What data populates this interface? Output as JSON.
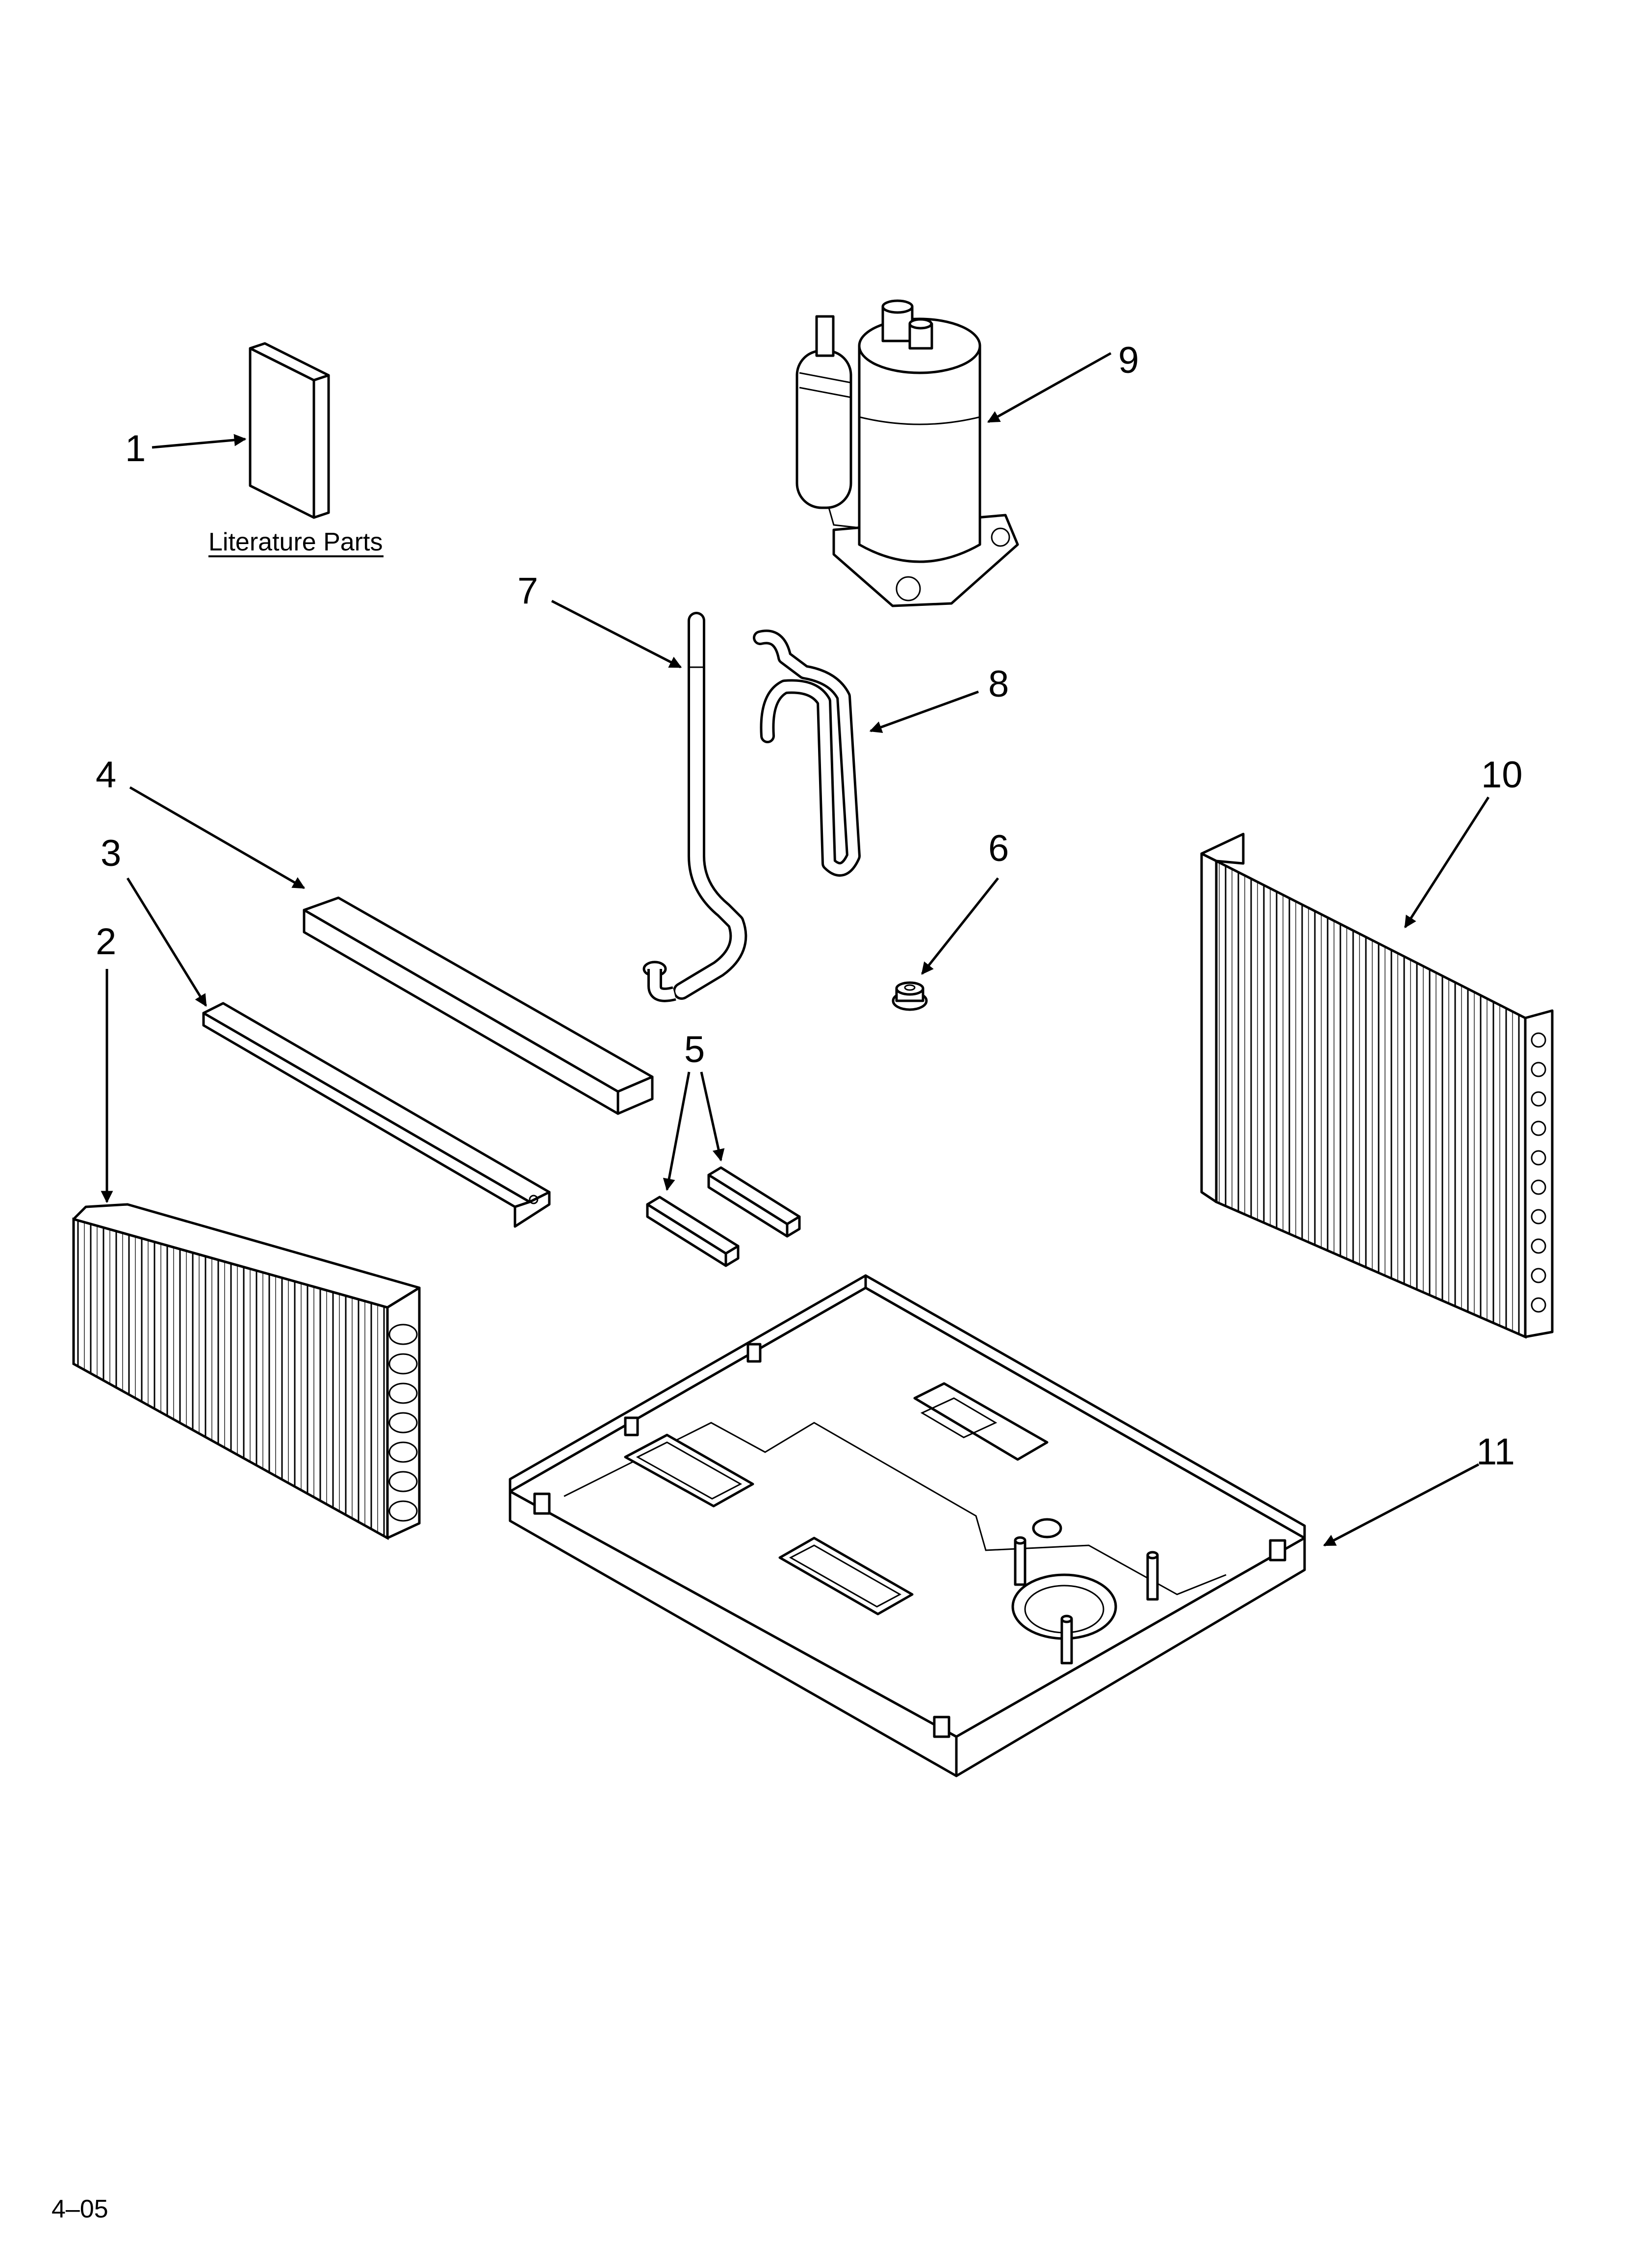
{
  "callouts": {
    "c1": "1",
    "c2": "2",
    "c3": "3",
    "c4": "4",
    "c5": "5",
    "c6": "6",
    "c7": "7",
    "c8": "8",
    "c9": "9",
    "c10": "10",
    "c11": "11"
  },
  "literature_label": "Literature Parts",
  "footer_code": "4–05"
}
